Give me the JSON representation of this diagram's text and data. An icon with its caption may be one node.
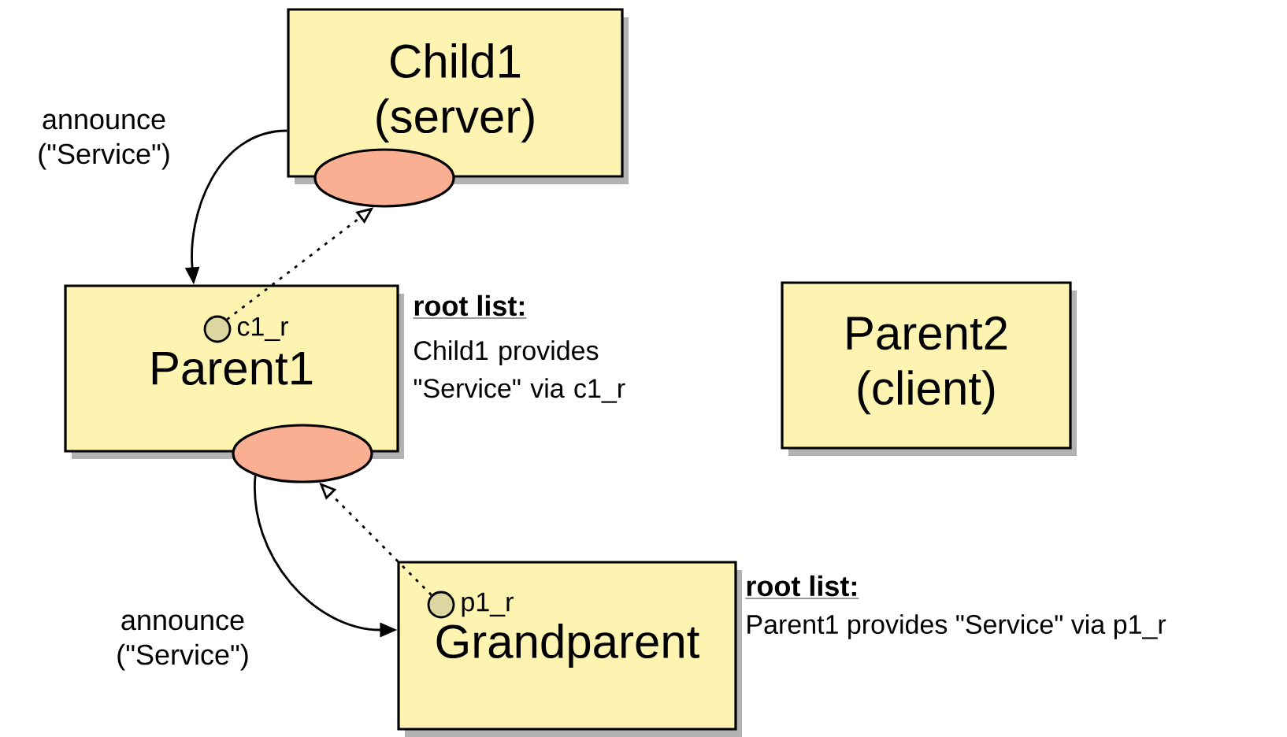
{
  "diagram": {
    "nodes": [
      {
        "text": [
          "Child1 (server)"
        ]
      },
      {
        "text": [],
        "shape": "ellipse"
      },
      {
        "text": [
          "Parent1"
        ]
      },
      {
        "text": [],
        "shape": "circle",
        "in": 2,
        "beside": [
          "c1_r"
        ]
      },
      {
        "text": [],
        "shape": "ellipse"
      },
      {
        "text": [
          "Parent2 (client)"
        ]
      },
      {
        "text": [
          "Grandparent"
        ]
      },
      {
        "text": [],
        "shape": "circle",
        "in": 6,
        "beside": [
          "p1_r"
        ]
      }
    ],
    "edges": [
      {
        "from": 0,
        "to": 2,
        "arrow": "to",
        "label": "announce (\"Service\")"
      },
      {
        "from": 3,
        "to": 1,
        "arrow": "to",
        "style": "dashed"
      },
      {
        "from": 4,
        "to": 6,
        "arrow": "to",
        "label": "announce (\"Service\")"
      },
      {
        "from": 7,
        "to": 4,
        "arrow": "to",
        "style": "dashed"
      }
    ],
    "labels": [
      "root list:",
      "Child1 provides \"Service\" via c1_r",
      "root list:",
      "Parent1 provides \"Service\" via p1_r"
    ]
  }
}
